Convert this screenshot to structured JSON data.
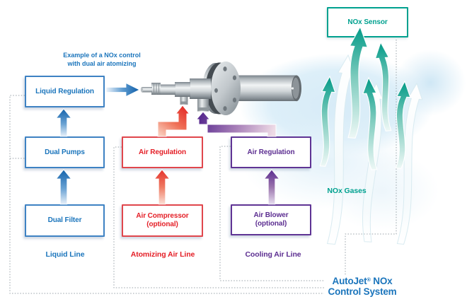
{
  "caption": {
    "line1": "Example of a NOx control",
    "line2": "with dual air atomizing"
  },
  "sensor_box": {
    "label": "NOx Sensor"
  },
  "liquid_group": {
    "regulation": "Liquid Regulation",
    "pumps": "Dual Pumps",
    "filter": "Dual Filter",
    "label": "Liquid Line"
  },
  "atomizing_group": {
    "regulation": "Air Regulation",
    "source_line1": "Air Compressor",
    "source_line2": "(optional)",
    "label": "Atomizing Air Line"
  },
  "cooling_group": {
    "regulation": "Air Regulation",
    "source_line1": "Air Blower",
    "source_line2": "(optional)",
    "label": "Cooling Air Line"
  },
  "plume": {
    "label": "NOx Gases"
  },
  "title": {
    "line1_name": "AutoJet",
    "line1_reg": "®",
    "line1_rest": " NOx",
    "line2": "Control System"
  },
  "colors": {
    "blue": "#1b75bc",
    "red": "#e41e26",
    "purple": "#5c2e91",
    "teal": "#00a18f",
    "dotted": "#98a2a8"
  }
}
